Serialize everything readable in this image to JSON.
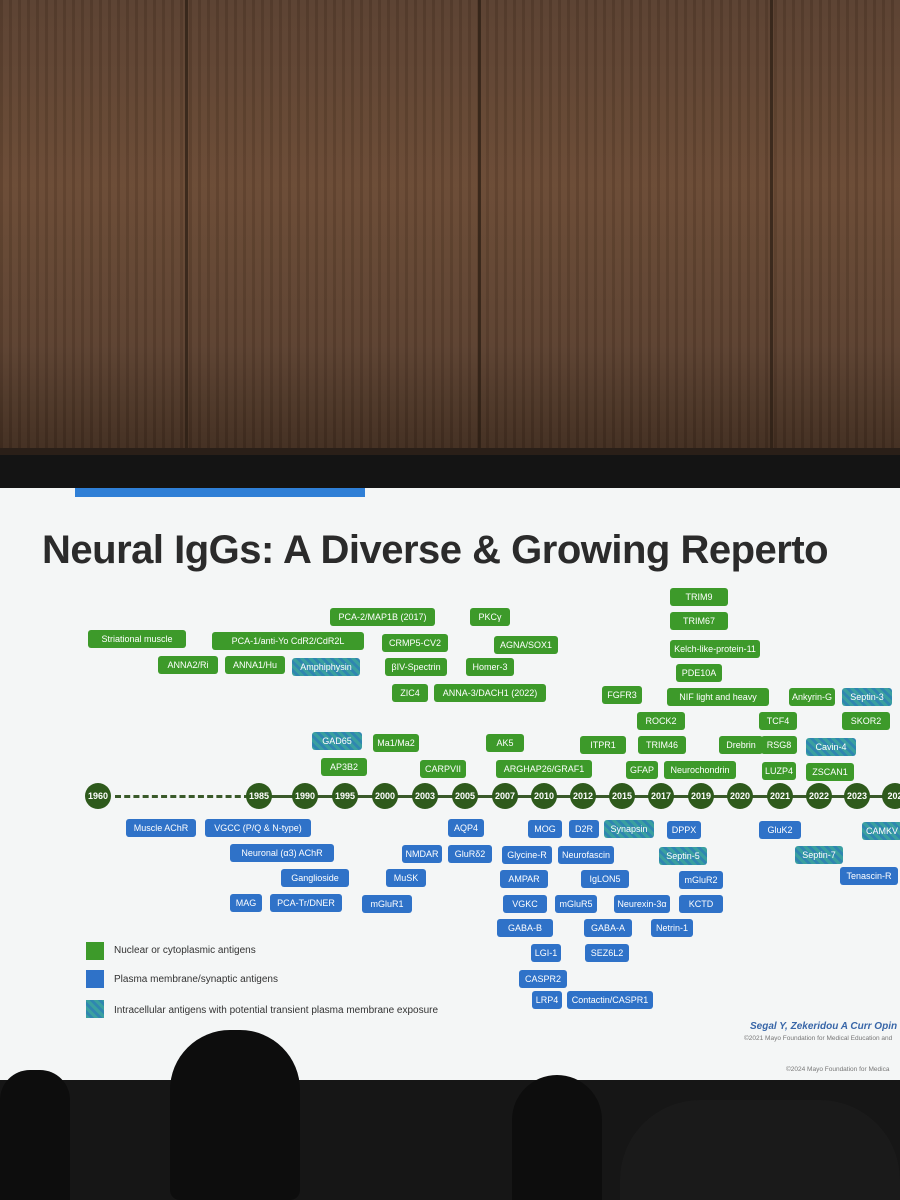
{
  "slide": {
    "title": "Neural IgGs: A Diverse & Growing Reperto",
    "colors": {
      "nuclear": "#3d9a2a",
      "membrane": "#2f72c8",
      "transient": "#3aa0a0",
      "axis": "#2e5a1c"
    },
    "years": [
      "1960",
      "1985",
      "1990",
      "1995",
      "2000",
      "2003",
      "2005",
      "2007",
      "2010",
      "2012",
      "2015",
      "2017",
      "2019",
      "2020",
      "2021",
      "2022",
      "2023",
      "202"
    ],
    "above": [
      "TRIM9",
      "TRIM67",
      "Kelch-like-protein-11",
      "PDE10A",
      "PCA-2/MAP1B (2017)",
      "PKCγ",
      "Striational muscle",
      "PCA-1/anti-Yo CdR2/CdR2L",
      "CRMP5-CV2",
      "AGNA/SOX1",
      "ANNA2/Ri",
      "ANNA1/Hu",
      "Amphiphysin",
      "βIV-Spectrin",
      "Homer-3",
      "ZIC4",
      "ANNA-3/DACH1 (2022)",
      "FGFR3",
      "NIF light and heavy",
      "Ankyrin-G",
      "Septin-3",
      "ROCK2",
      "TCF4",
      "SKOR2",
      "GAD65",
      "Ma1/Ma2",
      "AK5",
      "ITPR1",
      "TRIM46",
      "Drebrin",
      "RSG8",
      "Cavin-4",
      "AP3B2",
      "CARPVII",
      "ARGHAP26/GRAF1",
      "GFAP",
      "Neurochondrin",
      "LUZP4",
      "ZSCAN1"
    ],
    "below": [
      "Muscle AChR",
      "VGCC (P/Q & N-type)",
      "AQP4",
      "MOG",
      "D2R",
      "Synapsin",
      "DPPX",
      "GluK2",
      "CAMKV",
      "Neuronal (α3) AChR",
      "NMDAR",
      "GluRδ2",
      "Glycine-R",
      "Neurofascin",
      "Septin-5",
      "Septin-7",
      "Ganglioside",
      "MuSK",
      "AMPAR",
      "IgLON5",
      "mGluR2",
      "Tenascin-R",
      "MAG",
      "PCA-Tr/DNER",
      "mGluR1",
      "VGKC",
      "mGluR5",
      "Neurexin-3α",
      "KCTD",
      "GABA-B",
      "GABA-A",
      "Netrin-1",
      "LGI-1",
      "SEZ6L2",
      "CASPR2",
      "LRP4",
      "Contactin/CASPR1"
    ],
    "legend": [
      "Nuclear or cytoplasmic antigens",
      "Plasma membrane/synaptic antigens",
      "Intracellular antigens with potential transient plasma membrane exposure"
    ],
    "citation": "Segal Y, Zekeridou A Curr Opin N",
    "copyright1": "©2021 Mayo Foundation for Medical Education and",
    "copyright2": "©2024 Mayo Foundation for Medica"
  }
}
